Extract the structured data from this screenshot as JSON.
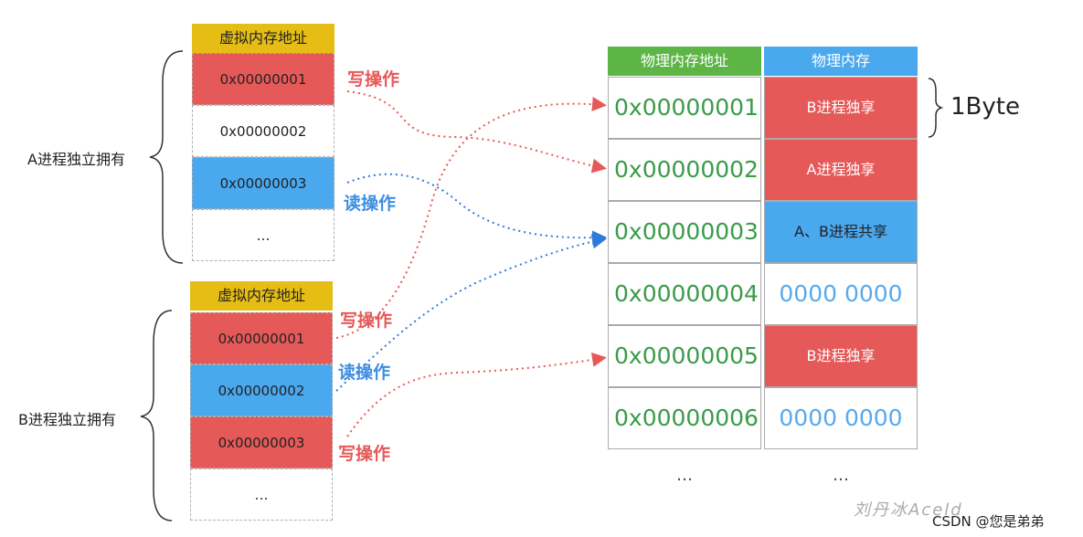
{
  "virtual": {
    "header": "虚拟内存地址",
    "a_label": "A进程独立拥有",
    "b_label": "B进程独立拥有",
    "a_cells": [
      "0x00000001",
      "0x00000002",
      "0x00000003",
      "…"
    ],
    "b_cells": [
      "0x00000001",
      "0x00000002",
      "0x00000003",
      "…"
    ]
  },
  "operations": {
    "a_write": "写操作",
    "a_read": "读操作",
    "b_write1": "写操作",
    "b_read": "读操作",
    "b_write2": "写操作"
  },
  "physical": {
    "addr_header": "物理内存地址",
    "mem_header": "物理内存",
    "addresses": [
      "0x00000001",
      "0x00000002",
      "0x00000003",
      "0x00000004",
      "0x00000005",
      "0x00000006"
    ],
    "contents": [
      "B进程独享",
      "A进程独享",
      "A、B进程共享",
      "0000 0000",
      "B进程独享",
      "0000 0000"
    ],
    "more_addr": "…",
    "more_mem": "…"
  },
  "byte_label": "1Byte",
  "watermark": "刘丹冰Aceld",
  "credit": "CSDN @您是弟弟",
  "colors": {
    "virtual_header": "#e6bd14",
    "red": "#e55958",
    "blue": "#4aa8ef",
    "physical_addr_header": "#5cb545",
    "physical_mem_header": "#4aa8ef",
    "address_text": "#3a9b4a",
    "write_arrow": "#e55958",
    "read_arrow": "#2f7ad9"
  }
}
